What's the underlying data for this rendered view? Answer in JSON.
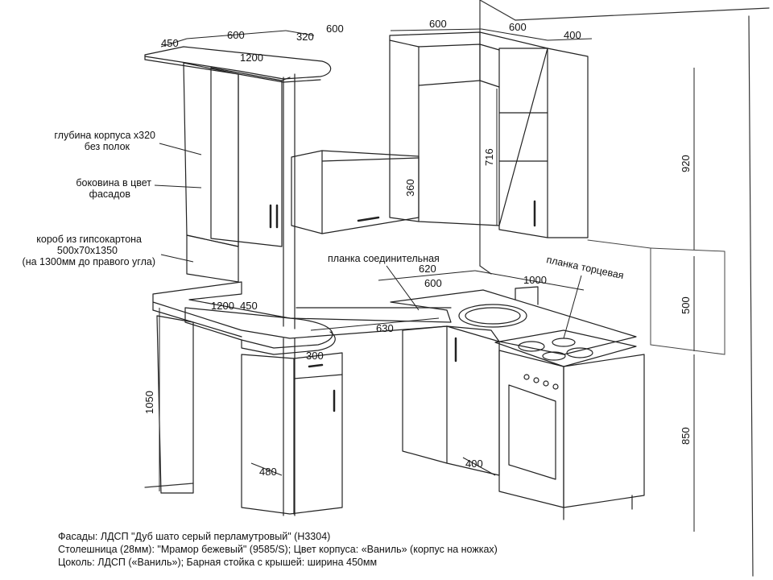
{
  "dimensions": {
    "top_450": "450",
    "top_600_left": "600",
    "top_320": "320",
    "top_600_mid": "600",
    "top_600_right": "600",
    "top_400": "400",
    "bar_top_1200": "1200",
    "upper_360": "360",
    "corner_716": "716",
    "wall_920": "920",
    "wall_500": "500",
    "base_850": "850",
    "bar_1050": "1050",
    "counter_620": "620",
    "counter_600": "600",
    "counter_1000": "1000",
    "bar_1200": "1200",
    "bar_450": "450",
    "counter_630": "630",
    "drawer_300": "300",
    "plinth_480": "480",
    "plinth_400": "400"
  },
  "notes": {
    "depth_line1": "глубина корпуса х320",
    "depth_line2": "без полок",
    "side_line1": "боковина в цвет",
    "side_line2": "фасадов",
    "box_line1": "короб из гипсокартона",
    "box_line2": "500х70х1350",
    "box_line3": "(на 1300мм до правого угла)",
    "plank_connect": "планка соединительная",
    "plank_end": "планка торцевая"
  },
  "legend": {
    "line1": "Фасады:  ЛДСП  \"Дуб шато серый перламутровый\"  (Н3304)",
    "line2": "Столешница (28мм): \"Мрамор бежевый\" (9585/S); Цвет корпуса: «Ваниль» (корпус на ножках)",
    "line3": "Цоколь: ЛДСП («Ваниль»); Барная стойка с крышей: ширина 450мм"
  }
}
